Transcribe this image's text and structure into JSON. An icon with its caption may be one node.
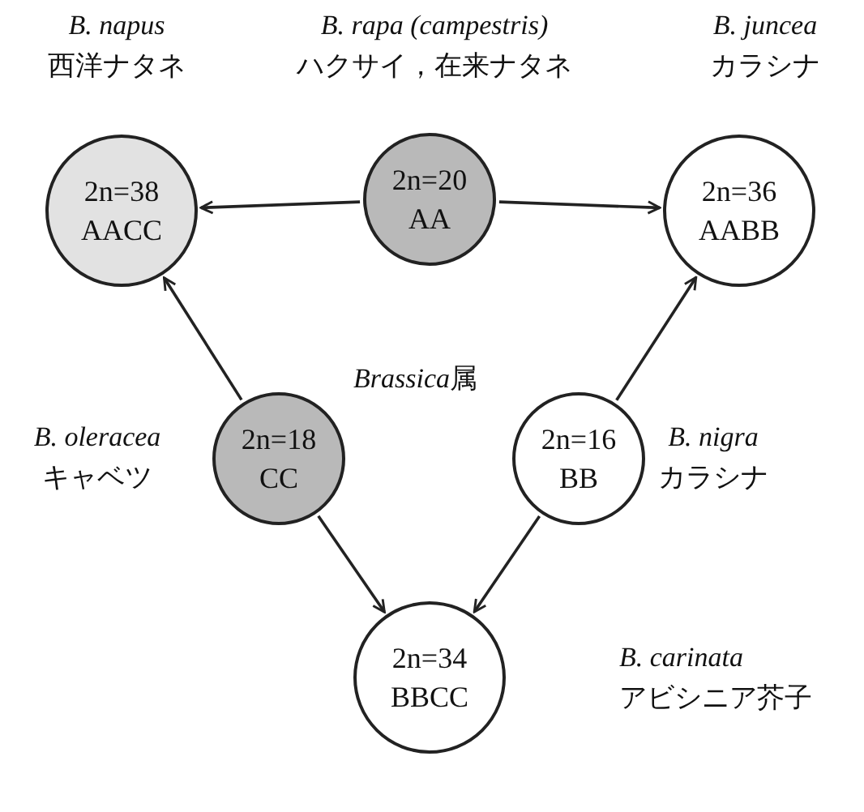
{
  "diagram": {
    "nodes": [
      {
        "text": [
          "2n=38",
          "AACC"
        ],
        "beside": [
          "B. napus",
          "西洋ナタネ"
        ]
      },
      {
        "text": [
          "2n=20",
          "AA"
        ],
        "beside": [
          "B. rapa (campestris)",
          "ハクサイ，在来ナタネ"
        ]
      },
      {
        "text": [
          "2n=36",
          "AABB"
        ],
        "beside": [
          "B. juncea",
          "カラシナ"
        ]
      },
      {
        "text": [
          "2n=18",
          "CC"
        ],
        "beside": [
          "B. oleracea",
          "キャベツ"
        ]
      },
      {
        "text": [
          "2n=16",
          "BB"
        ],
        "beside": [
          "B. nigra",
          "カラシナ"
        ]
      },
      {
        "text": [
          "2n=34",
          "BBCC"
        ],
        "beside": [
          "B. carinata",
          "アビシニア芥子"
        ]
      }
    ],
    "edges": [
      {
        "from": 1,
        "to": 0,
        "arrow": "to"
      },
      {
        "from": 1,
        "to": 2,
        "arrow": "to"
      },
      {
        "from": 3,
        "to": 0,
        "arrow": "to"
      },
      {
        "from": 3,
        "to": 5,
        "arrow": "to"
      },
      {
        "from": 4,
        "to": 2,
        "arrow": "to"
      },
      {
        "from": 4,
        "to": 5,
        "arrow": "to"
      }
    ],
    "labels": [
      "Brassica属"
    ]
  }
}
